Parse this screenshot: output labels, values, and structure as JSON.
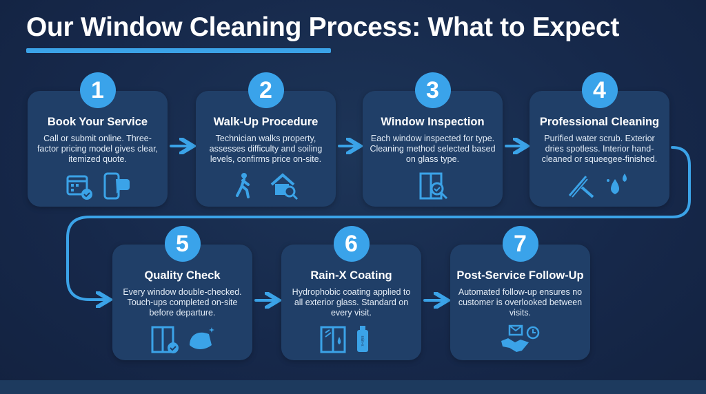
{
  "title": "Our Window Cleaning Process: What to Expect",
  "accent_color": "#3ba3e8",
  "steps": [
    {
      "number": "1",
      "title": "Book Your Service",
      "description": "Call or submit online. Three-factor pricing model gives clear, itemized quote.",
      "icons": [
        "calendar-check-icon",
        "phone-chat-icon"
      ]
    },
    {
      "number": "2",
      "title": "Walk-Up Procedure",
      "description": "Technician walks property, assesses difficulty and soiling levels, confirms price on-site.",
      "icons": [
        "walking-person-icon",
        "house-search-icon"
      ]
    },
    {
      "number": "3",
      "title": "Window Inspection",
      "description": "Each window inspected for type. Cleaning method selected based on glass type.",
      "icons": [
        "window-inspect-icon"
      ]
    },
    {
      "number": "4",
      "title": "Professional Cleaning",
      "description": "Purified water scrub. Exterior dries spotless. Interior hand-cleaned or squeegee-finished.",
      "icons": [
        "squeegee-icon",
        "water-drop-icon"
      ]
    },
    {
      "number": "5",
      "title": "Quality Check",
      "description": "Every window double-checked. Touch-ups completed on-site before departure.",
      "icons": [
        "window-check-icon",
        "cleaning-cloth-icon"
      ]
    },
    {
      "number": "6",
      "title": "Rain-X Coating",
      "description": "Hydrophobic coating applied to all exterior glass. Standard on every visit.",
      "icons": [
        "window-coating-icon",
        "spray-bottle-icon"
      ]
    },
    {
      "number": "7",
      "title": "Post-Service Follow-Up",
      "description": "Automated follow-up ensures no customer is overlooked between visits.",
      "icons": [
        "handshake-mail-clock-icon"
      ]
    }
  ]
}
